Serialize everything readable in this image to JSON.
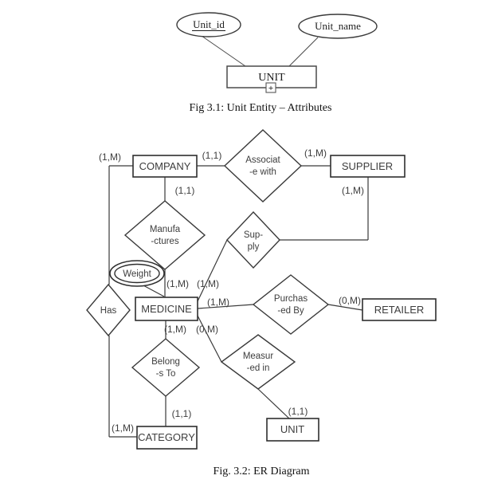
{
  "colors": {
    "ink": "#3a3a3a",
    "caption_ink": "#111111",
    "background": "#ffffff"
  },
  "fig1": {
    "caption": "Fig 3.1: Unit Entity – Attributes",
    "entity": "UNIT",
    "expander_glyph": "+",
    "attributes": [
      {
        "label": "Unit_id",
        "underlined": true
      },
      {
        "label": "Unit_name",
        "underlined": false
      }
    ]
  },
  "fig2": {
    "caption": "Fig. 3.2: ER Diagram",
    "entities": {
      "company": "COMPANY",
      "supplier": "SUPPLIER",
      "medicine": "MEDICINE",
      "retailer": "RETAILER",
      "category": "CATEGORY",
      "unit": "UNIT"
    },
    "relationships": {
      "associate": {
        "line1": "Associat",
        "line2": "-e with"
      },
      "manufactures": {
        "line1": "Manufa",
        "line2": "-ctures"
      },
      "supply": {
        "line1": "Sup-",
        "line2": "ply"
      },
      "purchased_by": {
        "line1": "Purchas",
        "line2": "-ed By"
      },
      "measured_in": {
        "line1": "Measur",
        "line2": "-ed in"
      },
      "belongs_to": {
        "line1": "Belong",
        "line2": "-s To"
      },
      "has": {
        "line1": "Has"
      }
    },
    "attribute_weight": "Weight",
    "cardinalities": {
      "company_left": "(1,M)",
      "company_associate": "(1,1)",
      "associate_supplier": "(1,M)",
      "company_manufactures": "(1,1)",
      "supplier_supply": "(1,M)",
      "manufactures_medicine": "(1,M)",
      "supply_medicine": "(1,M)",
      "medicine_purchased": "(1,M)",
      "purchased_retailer": "(0,M)",
      "medicine_belongs": "(1,M)",
      "medicine_measured": "(0,M)",
      "belongs_category": "(1,1)",
      "category_left": "(1,M)",
      "measured_unit": "(1,1)"
    }
  }
}
